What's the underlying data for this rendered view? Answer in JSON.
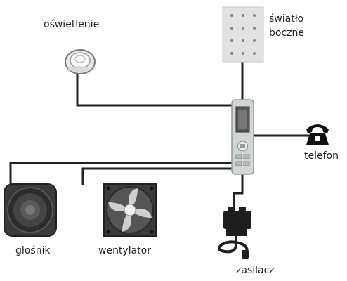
{
  "labels": {
    "lighting": "oświetlenie",
    "side_light_1": "światło",
    "side_light_2": "boczne",
    "phone": "telefon",
    "speaker": "głośnik",
    "fan": "wentylator",
    "power_supply": "zasilacz"
  },
  "colors": {
    "wire": "#222222",
    "panel": "#cfd6d4",
    "device": "#333333"
  },
  "icons": [
    "ceiling-light-icon",
    "side-light-panel-icon",
    "control-panel-icon",
    "telephone-icon",
    "speaker-icon",
    "fan-icon",
    "power-supply-icon"
  ]
}
